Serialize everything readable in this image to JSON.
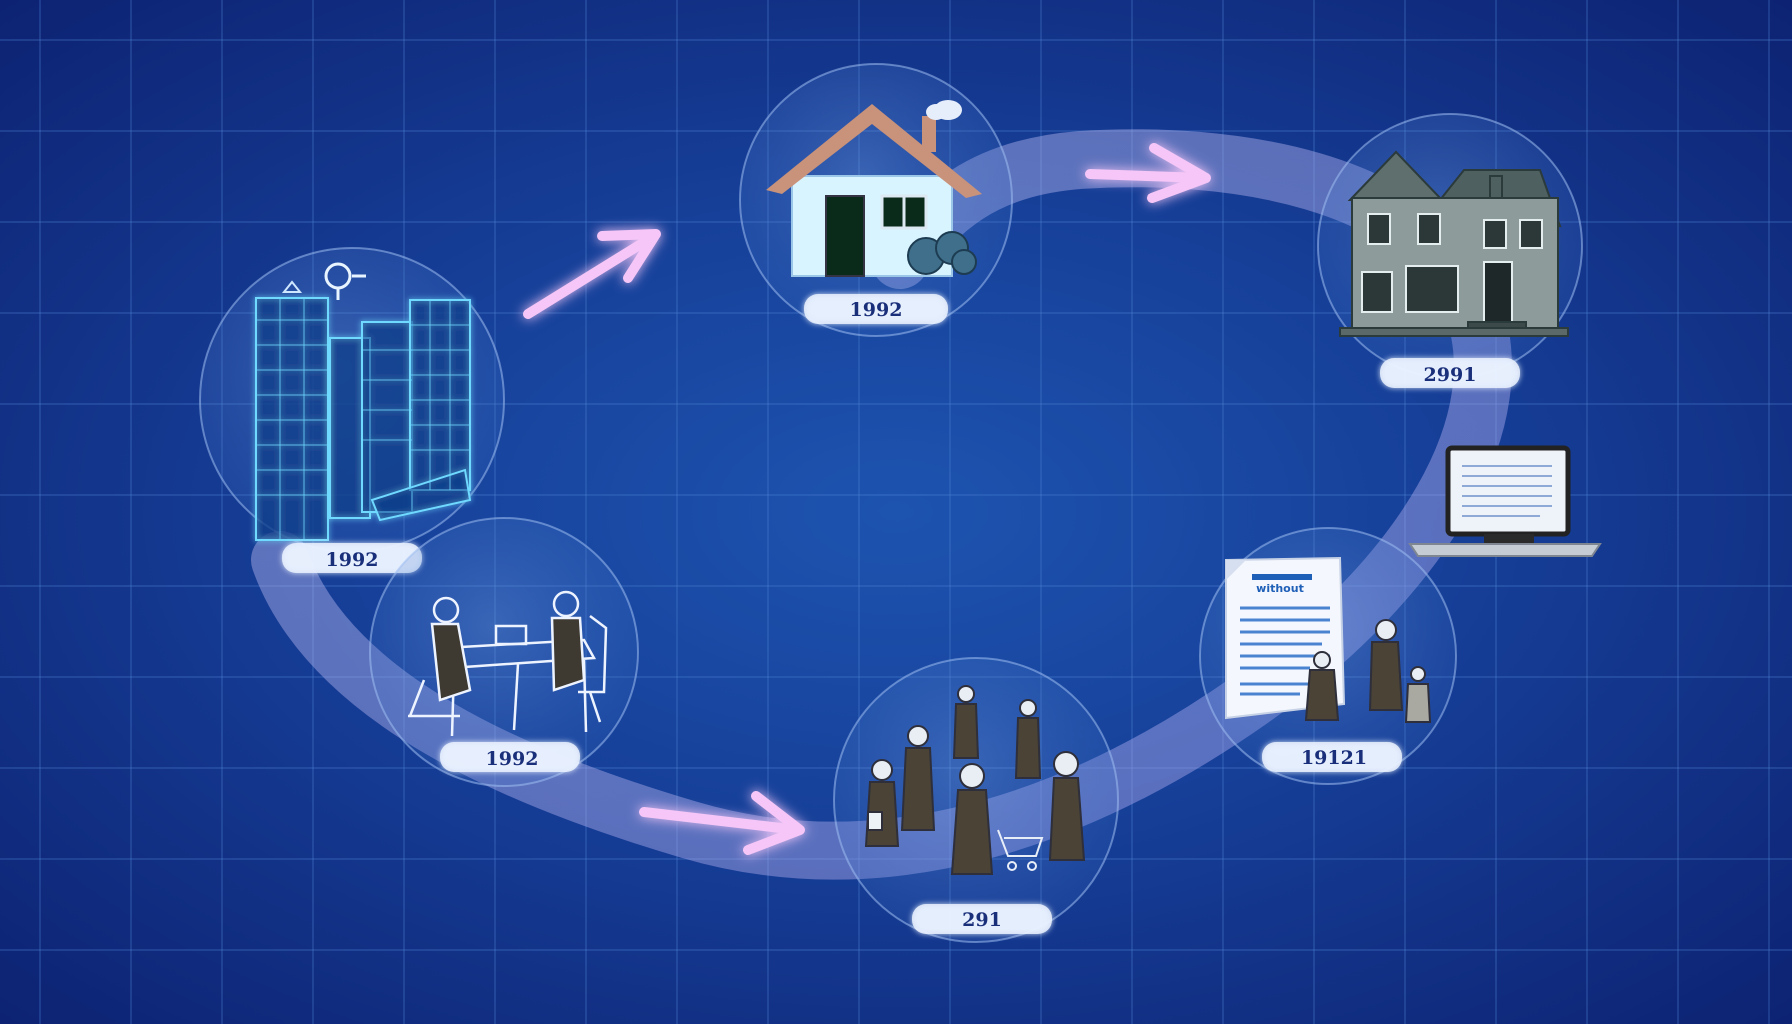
{
  "colors": {
    "background": "#163f98",
    "grid": "#4f86d6",
    "flow_band": "#b9b8f2",
    "arrow": "#f2bdf5",
    "bubble_fill": "#6f9ce0",
    "label_pill": "#eaf2ff",
    "label_text": "#1a2f7a"
  },
  "stages": [
    {
      "id": "skyscrapers",
      "year": "1992",
      "icon": "skyscrapers-icon"
    },
    {
      "id": "house",
      "year": "1992",
      "icon": "house-icon"
    },
    {
      "id": "mansion",
      "year": "2991",
      "icon": "mansion-icon"
    },
    {
      "id": "document",
      "year": "19121",
      "icon": "document-icon",
      "doc_title": "without"
    },
    {
      "id": "crowd",
      "year": "291",
      "icon": "crowd-icon"
    },
    {
      "id": "meeting",
      "year": "1992",
      "icon": "meeting-icon"
    }
  ],
  "laptop": {
    "icon": "laptop-icon"
  },
  "arrows": [
    "arrow-right-icon",
    "arrow-right-icon",
    "arrow-right-icon"
  ]
}
